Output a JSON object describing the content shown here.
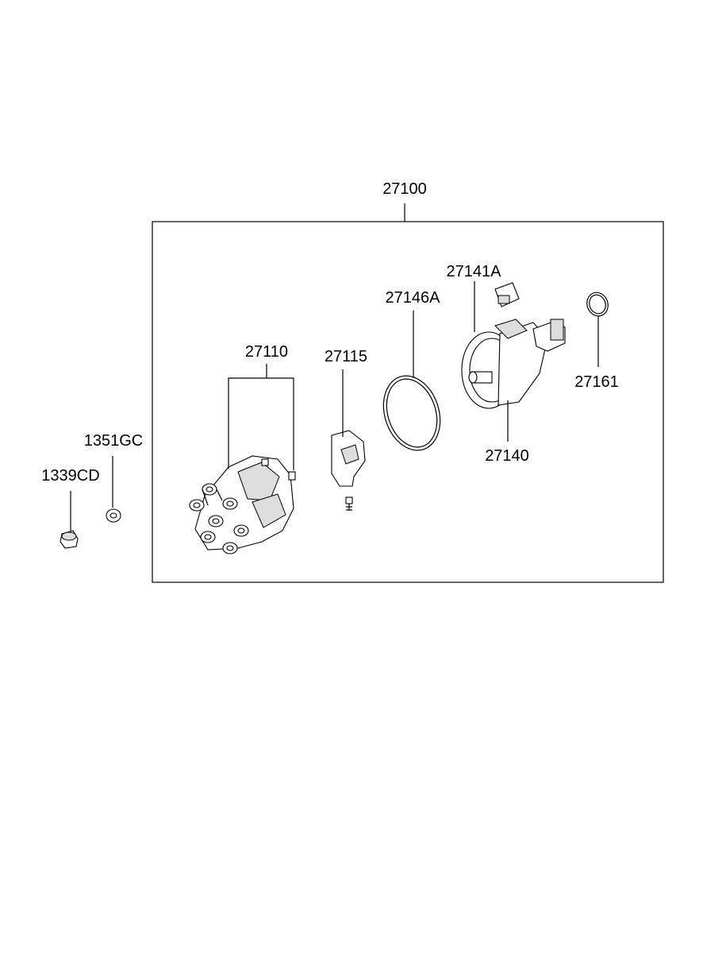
{
  "labels": {
    "assembly": "27100",
    "cap": "27110",
    "rotor": "27115",
    "oring_large": "27146A",
    "connector": "27141A",
    "housing": "27140",
    "oring_small": "27161",
    "washer": "1351GC",
    "bolt": "1339CD"
  }
}
